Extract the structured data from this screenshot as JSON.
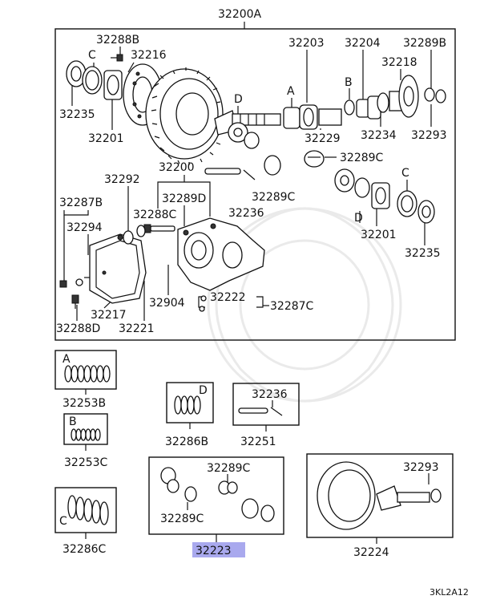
{
  "assembly_label": "32200A",
  "highlight_color": "#a9a9ee",
  "footer_code": "3KL2A12",
  "main_box": {
    "labels": {
      "p32288B": "32288B",
      "p32216": "32216",
      "c_left": "C",
      "p32235_l": "32235",
      "p32201_l": "32201",
      "d_top": "D",
      "p32203": "32203",
      "a_top": "A",
      "p32204": "32204",
      "b_top": "B",
      "p32289B": "32289B",
      "p32218": "32218",
      "p32229": "32229",
      "p32234": "32234",
      "p32293": "32293",
      "p32289C_1": "32289C",
      "p32292": "32292",
      "p32200": "32200",
      "p32289D": "32289D",
      "p32288C": "32288C",
      "p32289C_2": "32289C",
      "p32236": "32236",
      "c_right": "C",
      "d_right": "D",
      "p32201_r": "32201",
      "p32235_r": "32235",
      "p32287B": "32287B",
      "p32294": "32294",
      "p32904": "32904",
      "p32222": "32222",
      "p32287C": "32287C",
      "p32217": "32217",
      "p32288D": "32288D",
      "p32221": "32221"
    }
  },
  "kits": [
    {
      "id": "32253B",
      "letter": "A"
    },
    {
      "id": "32253C",
      "letter": "B"
    },
    {
      "id": "32286C",
      "letter": "C"
    },
    {
      "id": "32286B",
      "letter": "D"
    },
    {
      "id": "32251",
      "inner": "32236"
    },
    {
      "id": "32223",
      "inner_top": "32289C",
      "inner_bottom": "32289C",
      "highlighted": true
    },
    {
      "id": "32224",
      "inner": "32293"
    }
  ]
}
